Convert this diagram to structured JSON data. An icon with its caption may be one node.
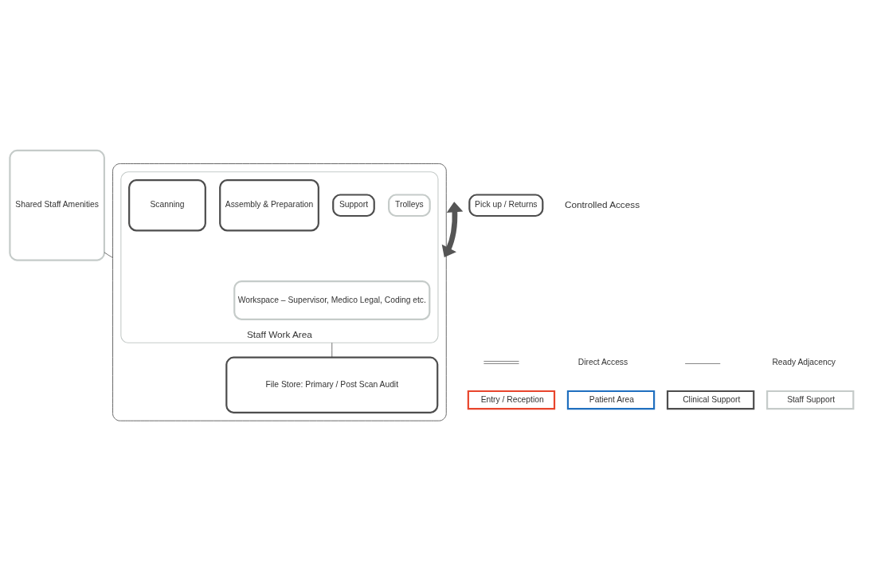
{
  "diagram": {
    "nodes": [
      {
        "text": [
          "Shared Staff Amenities"
        ]
      },
      {
        "text": [
          "Pick up / Returns"
        ]
      },
      {
        "text": [],
        "shape": "box"
      },
      {
        "text": [
          "Staff Work Area"
        ],
        "in": 2
      },
      {
        "text": [
          "Workspace – Supervisor, Medico Legal, Coding etc."
        ],
        "in": 3
      },
      {
        "text": [
          "Trolleys"
        ],
        "in": 3
      },
      {
        "text": [
          "Support"
        ],
        "in": 3
      },
      {
        "text": [
          "Assembly & Preparation"
        ],
        "in": 3
      },
      {
        "text": [
          "Scanning"
        ],
        "in": 3
      },
      {
        "text": [
          "File Store: Primary / Post Scan Audit"
        ],
        "in": 2
      }
    ],
    "edges": [
      {
        "from": null,
        "to": 2,
        "arrow": "both",
        "style": "thick",
        "color": "#555555"
      },
      {
        "from": 0,
        "to": 2,
        "arrow": "none"
      },
      {
        "from": 3,
        "to": 9,
        "arrow": "none"
      }
    ],
    "labels": [
      "Controlled Access"
    ],
    "legend": [
      {
        "text": "Direct Access"
      },
      {
        "text": "Ready Adjacency"
      },
      {
        "text": "Entry / Reception",
        "color": "#e8452c"
      },
      {
        "text": "Patient Area",
        "color": "#1f6fbf"
      },
      {
        "text": "Clinical Support",
        "color": "#4d4d4d"
      },
      {
        "text": "Staff Support",
        "color": "#c5cbc9"
      }
    ]
  }
}
